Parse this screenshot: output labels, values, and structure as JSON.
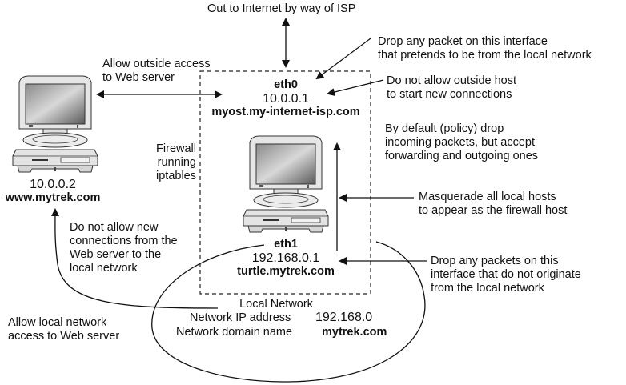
{
  "diagram": {
    "title": "Firewall running iptables network diagram",
    "internet": {
      "label": "Out to Internet by way of ISP"
    },
    "web_server": {
      "ip": "10.0.0.2",
      "hostname": "www.mytrek.com"
    },
    "firewall": {
      "label_lines": [
        "Firewall",
        "running",
        "iptables"
      ],
      "eth0": {
        "name": "eth0",
        "ip": "10.0.0.1",
        "hostname": "myost.my-internet-isp.com"
      },
      "eth1": {
        "name": "eth1",
        "ip": "192.168.0.1",
        "hostname": "turtle.mytrek.com"
      }
    },
    "local_network": {
      "title": "Local Network",
      "ip_label": "Network IP address",
      "ip_value": "192.168.0",
      "domain_label": "Network domain name",
      "domain_value": "mytrek.com"
    },
    "annotations": {
      "allow_outside": [
        "Allow outside access",
        "to Web server"
      ],
      "drop_spoof": [
        "Drop any packet on this interface",
        "that pretends to be from the local network"
      ],
      "no_new_outside": [
        "Do not allow outside host",
        "to start new connections"
      ],
      "default_policy": [
        "By default (policy) drop",
        "incoming packets, but accept",
        "forwarding and outgoing ones"
      ],
      "masquerade": [
        "Masquerade all local hosts",
        "to appear as the firewall host"
      ],
      "drop_nonlocal": [
        "Drop any packets on this",
        "interface that do not originate",
        "from the local network"
      ],
      "no_new_from_web": [
        "Do not allow new",
        "connections from the",
        "Web server to the",
        "local network"
      ],
      "allow_local": [
        "Allow local network",
        "access to Web server"
      ]
    }
  }
}
